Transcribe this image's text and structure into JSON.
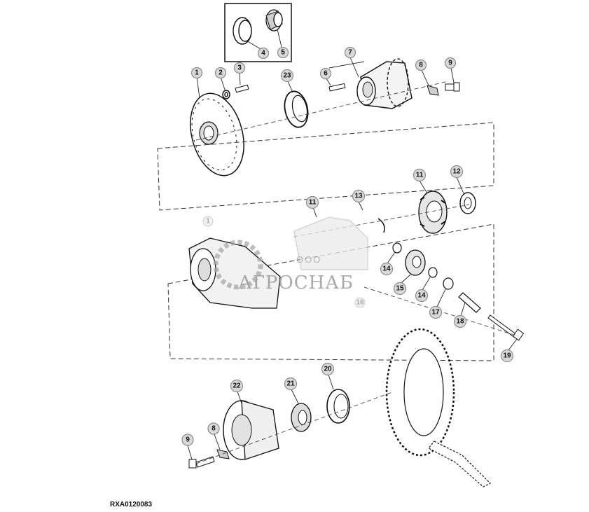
{
  "diagram": {
    "reference_code": "RXA0120083",
    "watermark": {
      "company_prefix": "ООО",
      "company_name": "АГРОСНАБ"
    },
    "callouts": [
      {
        "id": "c1",
        "label": "1"
      },
      {
        "id": "c2",
        "label": "2"
      },
      {
        "id": "c3",
        "label": "3"
      },
      {
        "id": "c4",
        "label": "4"
      },
      {
        "id": "c5",
        "label": "5"
      },
      {
        "id": "c6",
        "label": "6"
      },
      {
        "id": "c7",
        "label": "7"
      },
      {
        "id": "c8a",
        "label": "8"
      },
      {
        "id": "c9a",
        "label": "9"
      },
      {
        "id": "c23",
        "label": "23"
      },
      {
        "id": "c11a",
        "label": "11"
      },
      {
        "id": "c12",
        "label": "12"
      },
      {
        "id": "c11b",
        "label": "11"
      },
      {
        "id": "c13",
        "label": "13"
      },
      {
        "id": "c14a",
        "label": "14"
      },
      {
        "id": "c15",
        "label": "15"
      },
      {
        "id": "c14b",
        "label": "14"
      },
      {
        "id": "c17",
        "label": "17"
      },
      {
        "id": "c18",
        "label": "18"
      },
      {
        "id": "c19",
        "label": "19"
      },
      {
        "id": "c22",
        "label": "22"
      },
      {
        "id": "c21",
        "label": "21"
      },
      {
        "id": "c20",
        "label": "20"
      },
      {
        "id": "c8b",
        "label": "8"
      },
      {
        "id": "c9b",
        "label": "9"
      },
      {
        "id": "c1b",
        "label": "1"
      },
      {
        "id": "c16",
        "label": "16"
      }
    ]
  }
}
